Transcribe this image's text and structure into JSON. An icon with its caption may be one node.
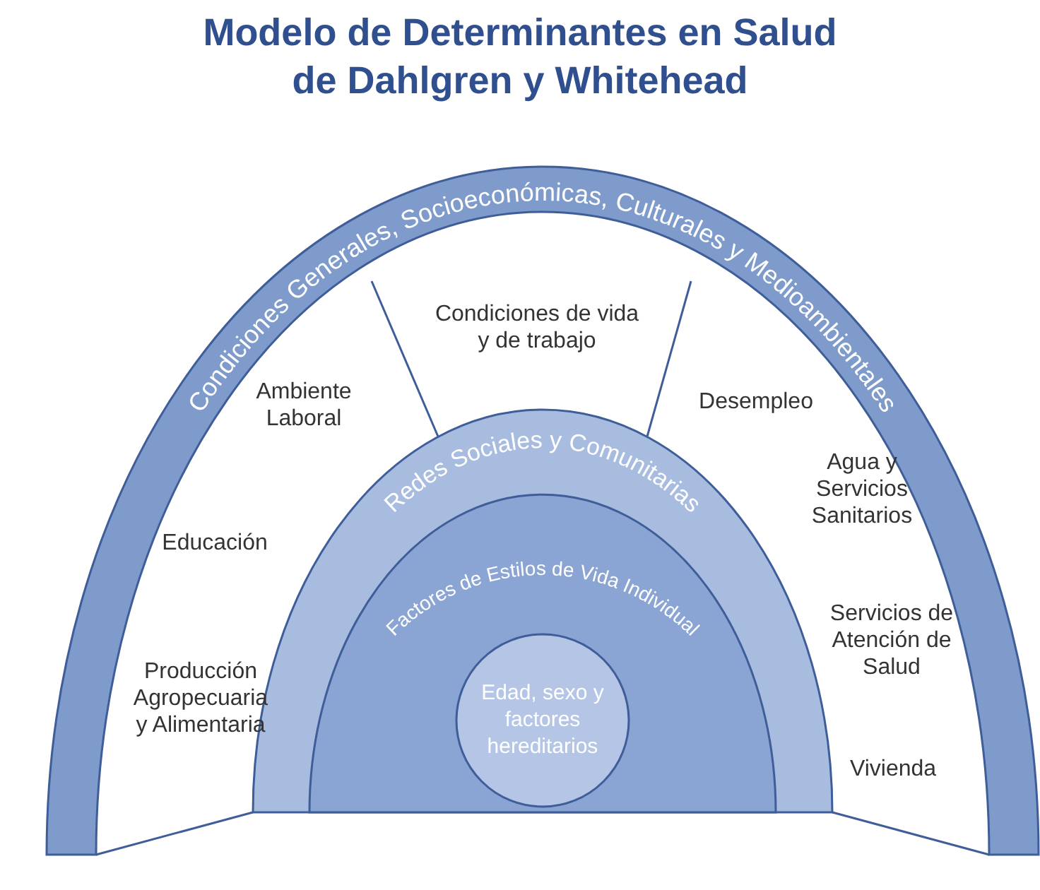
{
  "diagram": {
    "title": "Modelo de Determinantes en Salud de Dahlgren y Whitehead",
    "nodes": [
      {
        "text": [
          "Condiciones Generales, Socioeconómicas, Culturales y Medioambientales"
        ]
      },
      {
        "text": [
          "Redes Sociales y Comunitarias"
        ],
        "in": 0
      },
      {
        "text": [
          "Factores de Estilos de Vida Individual"
        ],
        "in": 1
      },
      {
        "text": [
          "Edad, sexo y factores hereditarios"
        ],
        "in": 2
      }
    ],
    "labels": [
      "Condiciones de vida y de trabajo",
      "Ambiente Laboral",
      "Desempleo",
      "Agua y Servicios Sanitarios",
      "Educación",
      "Servicios de Atención de Salud",
      "Producción Agropecuaria y Alimentaria",
      "Vivienda"
    ]
  }
}
